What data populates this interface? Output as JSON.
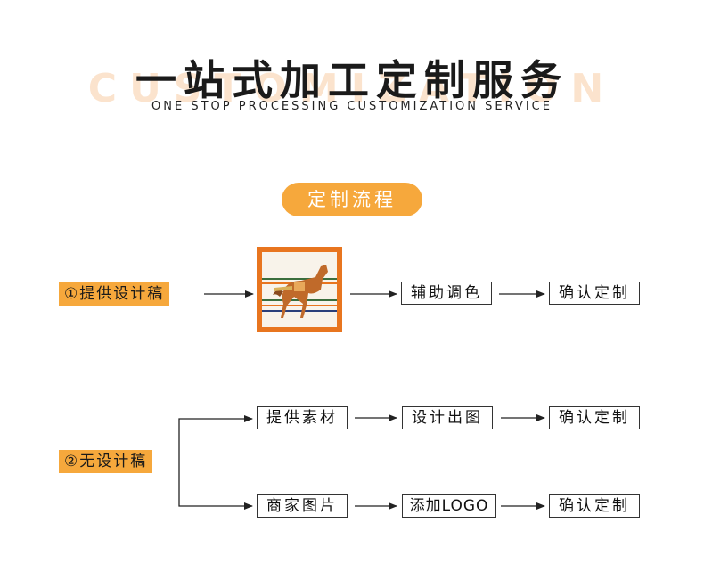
{
  "header": {
    "watermark": "CUSTOMIZATION",
    "title": "一站式加工定制服务",
    "subtitle": "ONE STOP PROCESSING CUSTOMIZATION SERVICE"
  },
  "section_badge": "定制流程",
  "flow1": {
    "start_label": "①提供设计稿",
    "image_icon": "horse-scarf-image",
    "step2": "辅助调色",
    "step3": "确认定制"
  },
  "flow2": {
    "start_label": "②无设计稿",
    "branch_a": {
      "step1": "提供素材",
      "step2": "设计出图",
      "step3": "确认定制"
    },
    "branch_b": {
      "step1": "商家图片",
      "step2": "添加LOGO",
      "step3": "确认定制"
    }
  },
  "colors": {
    "accent": "#f6a83c",
    "watermark": "#fbe3cd",
    "scarf_border": "#e8751f"
  }
}
